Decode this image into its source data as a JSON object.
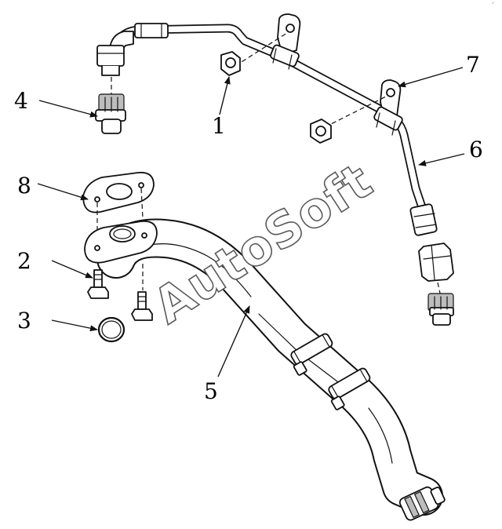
{
  "diagram": {
    "watermark": "AutoSoft",
    "corner_mark": "´",
    "callouts": [
      "1",
      "2",
      "3",
      "4",
      "5",
      "6",
      "7",
      "8"
    ]
  }
}
